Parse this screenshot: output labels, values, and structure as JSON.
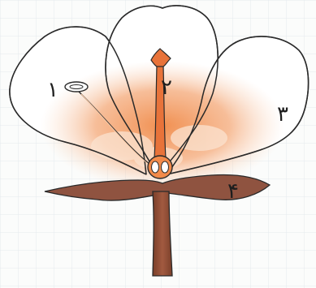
{
  "labels": {
    "part_1": "۱",
    "part_2": "۲",
    "part_3": "۳",
    "part_4": "۴"
  },
  "colors": {
    "petal_fill": "#ffffff",
    "outline": "#2a2a2a",
    "glow": "#f29a5c",
    "pistil": "#e8733a",
    "stem": "#8a4a33",
    "sepal": "#8f5340",
    "grid": "#e4eaee"
  }
}
